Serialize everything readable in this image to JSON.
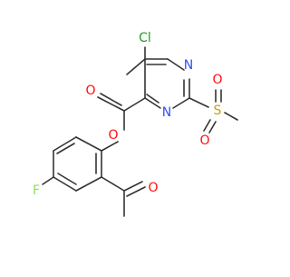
{
  "molecule": {
    "atoms": {
      "cl": "Cl",
      "n1": "N",
      "n2": "N",
      "s": "S",
      "o_s1": "O",
      "o_s2": "O",
      "o_carbonyl": "O",
      "o_ester": "O",
      "o_acetyl": "O",
      "f": "F"
    }
  },
  "colors": {
    "bond": "#333333",
    "chlorine": "#1FA01F",
    "nitrogen": "#3050F8",
    "oxygen": "#FF0D0D",
    "sulfur": "#C8A000",
    "fluorine": "#90E050"
  }
}
